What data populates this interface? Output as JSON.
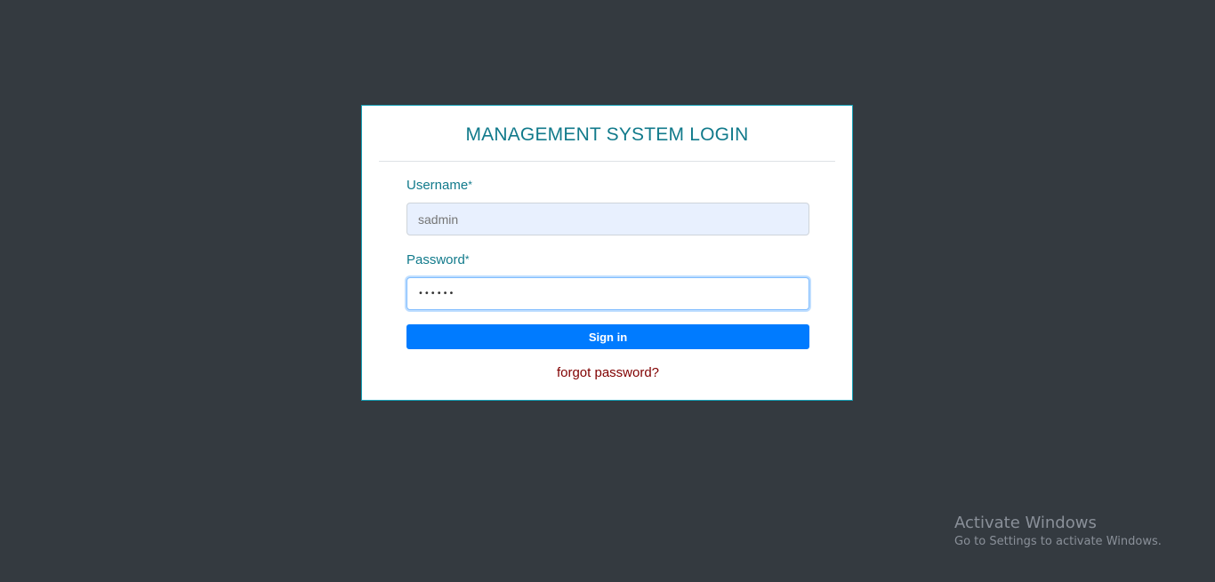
{
  "login": {
    "title": "MANAGEMENT SYSTEM LOGIN",
    "username_label": "Username",
    "username_required_mark": "*",
    "username_value": "",
    "username_placeholder": "sadmin",
    "password_label": "Password",
    "password_required_mark": "*",
    "password_value": "••••••",
    "signin_label": "Sign in",
    "forgot_label": "forgot password?"
  },
  "watermark": {
    "title": "Activate Windows",
    "subtitle": "Go to Settings to activate Windows."
  },
  "colors": {
    "background": "#343a40",
    "card_border": "#17a2b8",
    "title_text": "#117a8b",
    "primary_button": "#007bff",
    "forgot_link": "#800000",
    "username_fill": "#e8f0fe"
  }
}
